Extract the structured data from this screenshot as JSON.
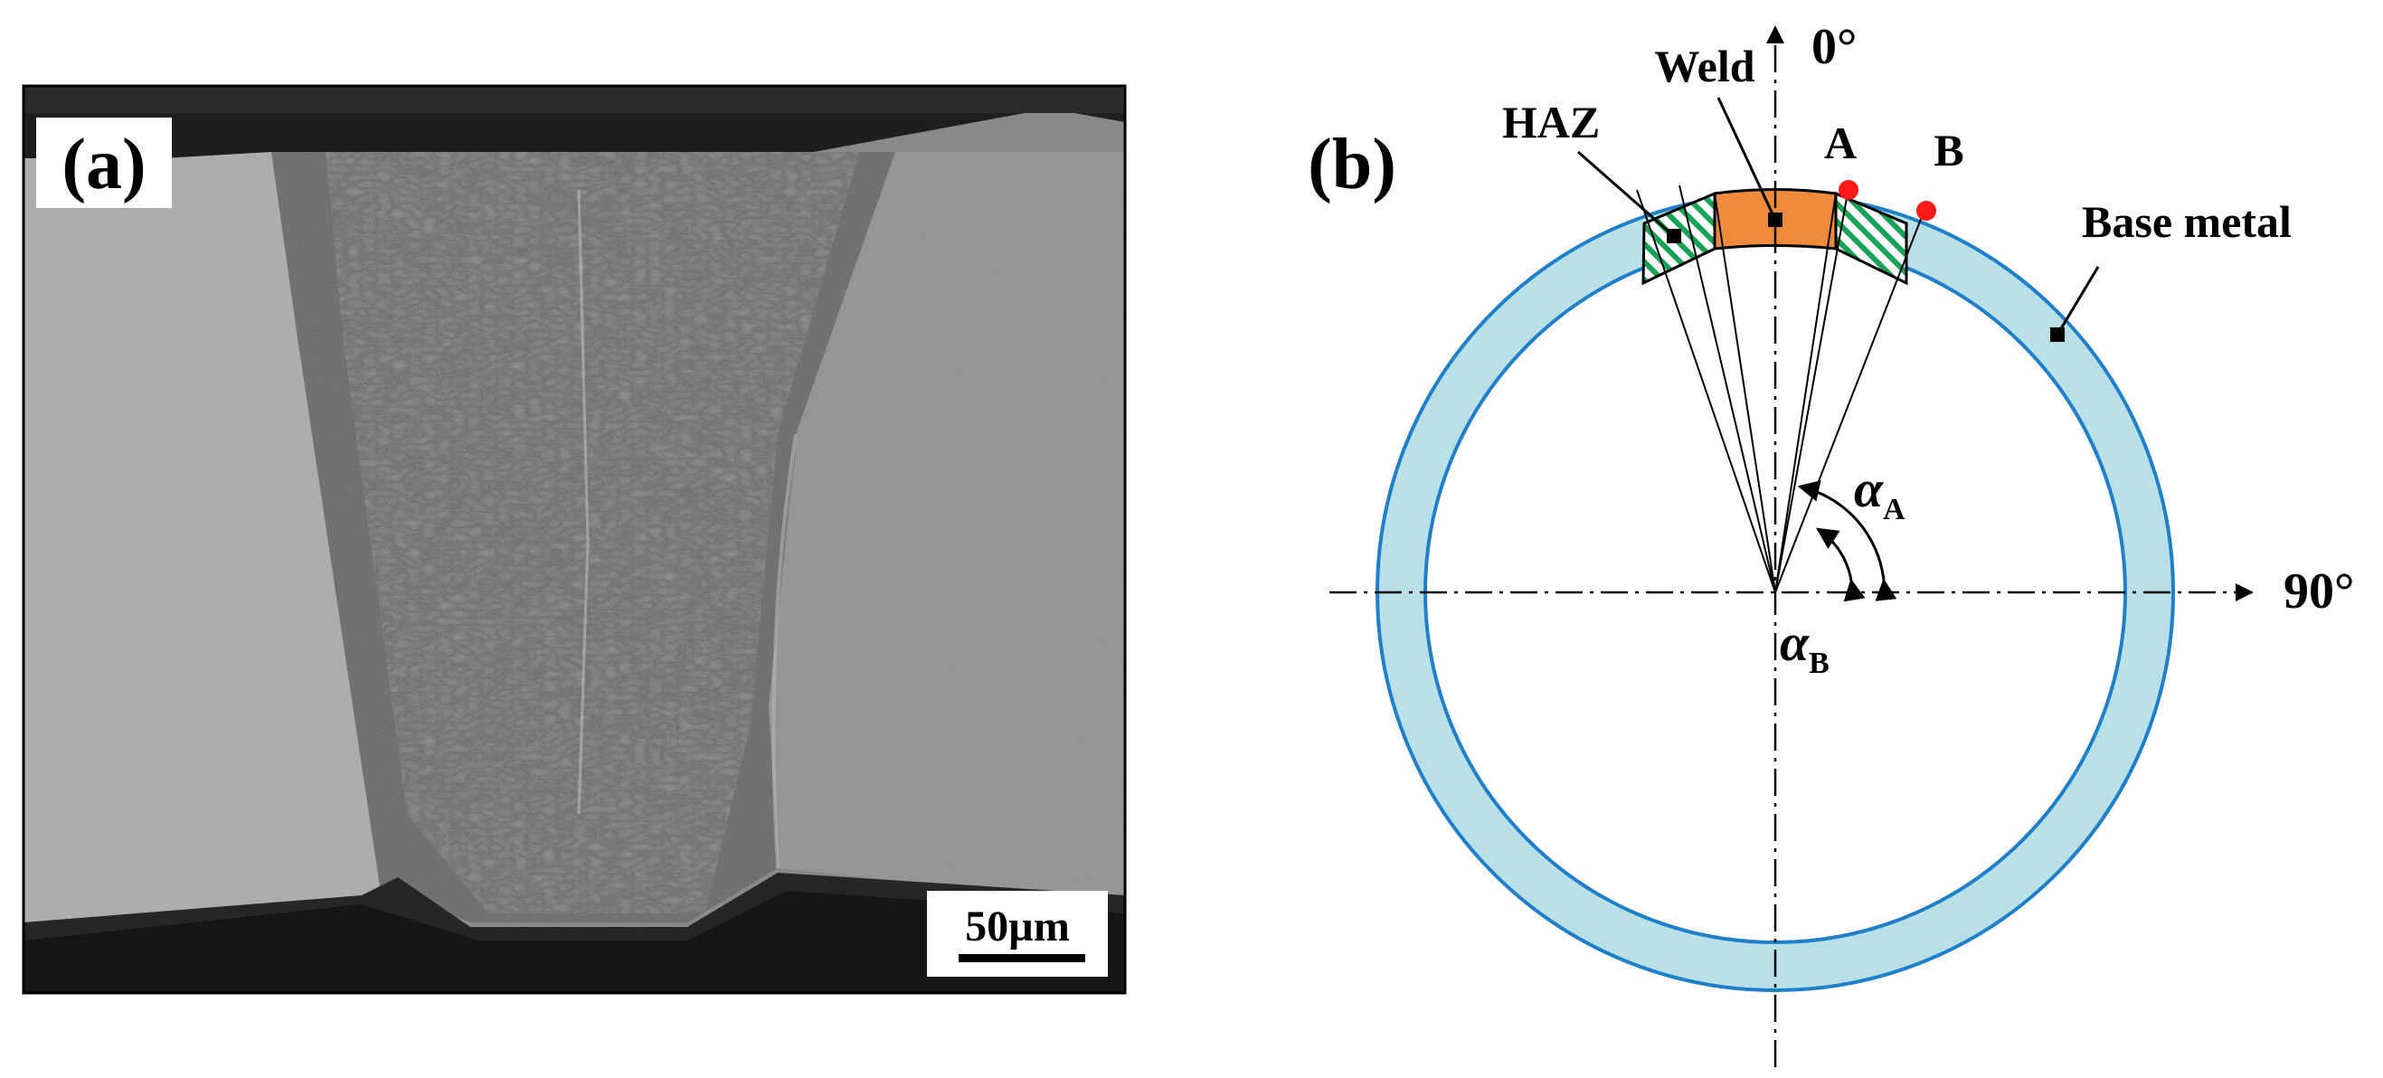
{
  "panel_a": {
    "label": "(a)",
    "scale_bar_label": "50µm"
  },
  "panel_b": {
    "label": "(b)",
    "axis_top_label": "0°",
    "axis_right_label": "90°",
    "haz_label": "HAZ",
    "weld_label": "Weld",
    "point_a_label": "A",
    "point_b_label": "B",
    "base_metal_label": "Base metal",
    "alpha_a": {
      "symbol": "α",
      "subscript": "A"
    },
    "alpha_b": {
      "symbol": "α",
      "subscript": "B"
    }
  },
  "colors": {
    "ring_fill": "#b9e0e6",
    "ring_stroke": "#1f7fc9",
    "weld_fill": "#ee8a3c",
    "haz_hatch": "#19a25a",
    "marker": "#ff1a1a"
  }
}
